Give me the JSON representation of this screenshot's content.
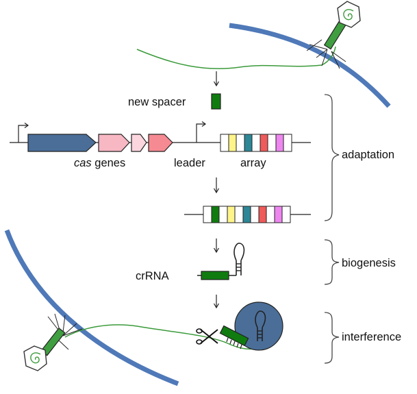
{
  "labels": {
    "new_spacer": "new spacer",
    "cas_word": "cas",
    "genes_word": " genes",
    "leader": "leader",
    "array": "array",
    "crrna": "crRNA"
  },
  "stages": {
    "adaptation": "adaptation",
    "biogenesis": "biogenesis",
    "interference": "interference"
  },
  "colors": {
    "membrane": "#4f79b8",
    "cas_gene_1": "#4a6e98",
    "cas_gene_2": "#f7b7c3",
    "cas_gene_3": "#fbd6de",
    "cas_gene_4": "#f58a92",
    "spacer_new": "#107c10",
    "spacer_yellow": "#fff48a",
    "spacer_teal": "#2d8797",
    "spacer_red": "#ef5a5a",
    "spacer_magenta": "#ee86f0",
    "cascade_complex": "#4a6e98",
    "phage_dna": "#3a9a3a"
  },
  "array_original": [
    "white",
    "yellow",
    "white",
    "teal",
    "white",
    "red",
    "white",
    "magenta",
    "white"
  ],
  "array_expanded": [
    "white",
    "new",
    "white",
    "yellow",
    "white",
    "teal",
    "white",
    "red",
    "white",
    "magenta",
    "white"
  ]
}
